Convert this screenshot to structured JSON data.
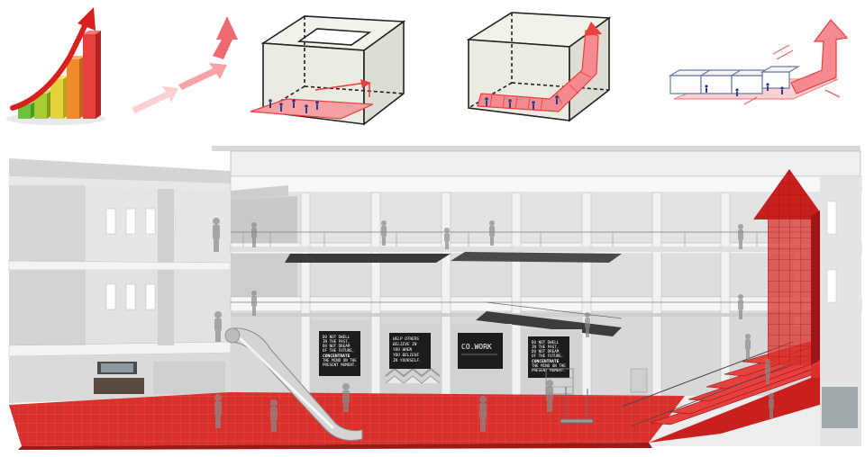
{
  "posters": {
    "poster_1": [
      "DO NOT DWELL",
      "IN THE PAST,",
      "DO NOT DREAM",
      "OF THE FUTURE,",
      "CONCENTRATE",
      "THE MIND ON THE",
      "PRESENT MOMENT."
    ],
    "poster_2": [
      "HELP OTHERS",
      "BELIEVE IN",
      "YOU WHEN",
      "YOU BELIEVE",
      "IN YOURSELF."
    ],
    "poster_3": [
      "CO.WORK"
    ],
    "poster_4": [
      "DO NOT DWELL",
      "IN THE PAST,",
      "DO NOT DREAM",
      "OF THE FUTURE,",
      "CONCENTRATE",
      "THE MIND ON THE",
      "PRESENT MOMENT."
    ]
  },
  "colors": {
    "accent_red": "#e8403e",
    "floor_red": "#d9302c",
    "sketch_red": "#f4868a",
    "stair_red": "#c9201e",
    "concrete": "#e6e6e6",
    "shadow": "#bdbdbd",
    "poster_black": "#1c1c1c",
    "bar_green": "#6cc23a",
    "bar_yellow": "#e6d23a",
    "bar_orange": "#f08a2a"
  },
  "icons": [
    "growth-bar-chart-icon",
    "rising-arrow-icon",
    "sketch-box-void-icon",
    "sketch-box-ramp-icon",
    "sketch-box-chain-icon"
  ]
}
